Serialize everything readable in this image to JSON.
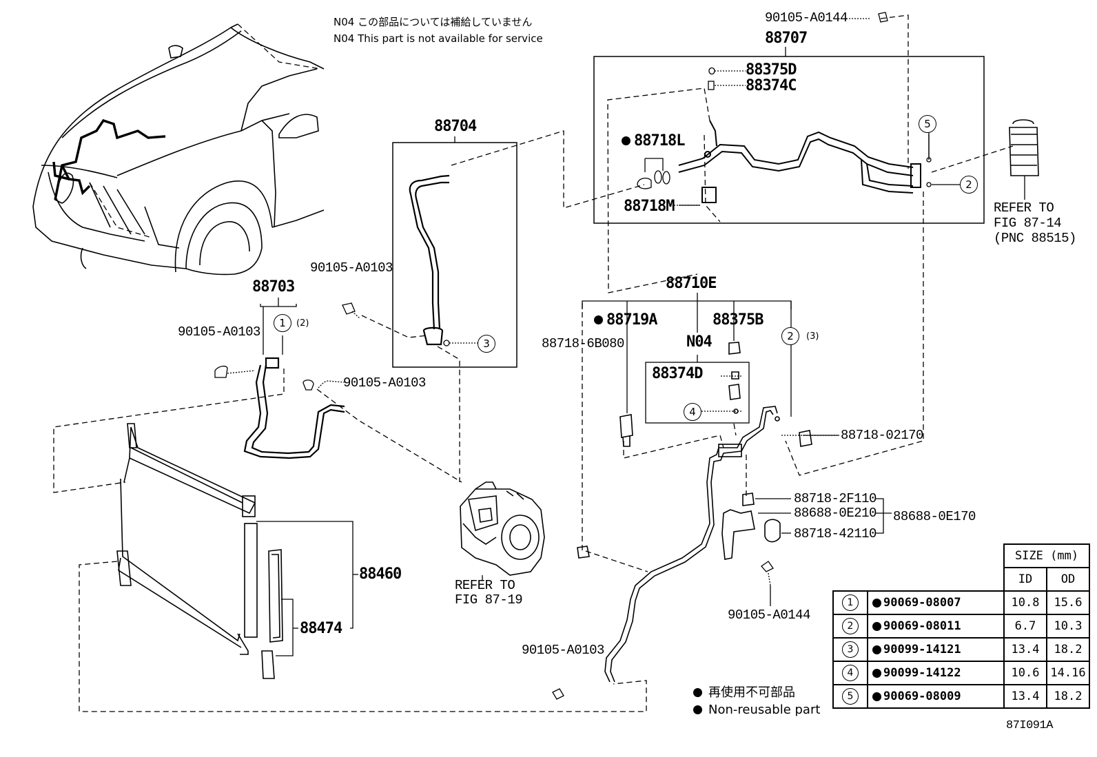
{
  "note": {
    "jp": "N04 この部品については補給していません",
    "en": "N04 This part is not available for service"
  },
  "labels": {
    "p88707": "88707",
    "p88375D": "88375D",
    "p88374C": "88374C",
    "p88718L": "88718L",
    "p88718M": "88718M",
    "p88704": "88704",
    "p88703": "88703",
    "p90105_A0144_top": "90105-A0144",
    "p90105_A0103_a": "90105-A0103",
    "p90105_A0103_b": "90105-A0103",
    "p90105_A0103_c": "90105-A0103",
    "p90105_A0103_d": "90105-A0103",
    "p90105_A0144_bottom": "90105-A0144",
    "p88710E": "88710E",
    "p88719A": "88719A",
    "p88375B": "88375B",
    "pN04": "N04",
    "p88374D": "88374D",
    "p88718_6B080": "88718-6B080",
    "p88718_02170": "88718-02170",
    "p88718_2F110": "88718-2F110",
    "p88688_0E210": "88688-0E210",
    "p88688_0E170": "88688-0E170",
    "p88718_42110": "88718-42110",
    "p88460": "88460",
    "p88474": "88474",
    "refer_87_19_a": "REFER TO",
    "refer_87_19_b": "FIG 87-19",
    "refer_87_14_a": "REFER TO",
    "refer_87_14_b": "FIG 87-14",
    "refer_87_14_c": "(PNC 88515)",
    "qty1": "(2)",
    "qty2": "(3)",
    "fig_id": "87I091A"
  },
  "callouts": {
    "c1": "1",
    "c2a": "2",
    "c2b": "2",
    "c3": "3",
    "c4": "4",
    "c5": "5"
  },
  "legend": {
    "jp": "再使用不可部品",
    "en": "Non-reusable part"
  },
  "size_table": {
    "header": "SIZE (mm)",
    "col_id": "ID",
    "col_od": "OD",
    "rows": [
      {
        "idx": "1",
        "part": "90069-08007",
        "id": "10.8",
        "od": "15.6"
      },
      {
        "idx": "2",
        "part": "90069-08011",
        "id": "6.7",
        "od": "10.3"
      },
      {
        "idx": "3",
        "part": "90099-14121",
        "id": "13.4",
        "od": "18.2"
      },
      {
        "idx": "4",
        "part": "90099-14122",
        "id": "10.6",
        "od": "14.16"
      },
      {
        "idx": "5",
        "part": "90069-08009",
        "id": "13.4",
        "od": "18.2"
      }
    ]
  }
}
